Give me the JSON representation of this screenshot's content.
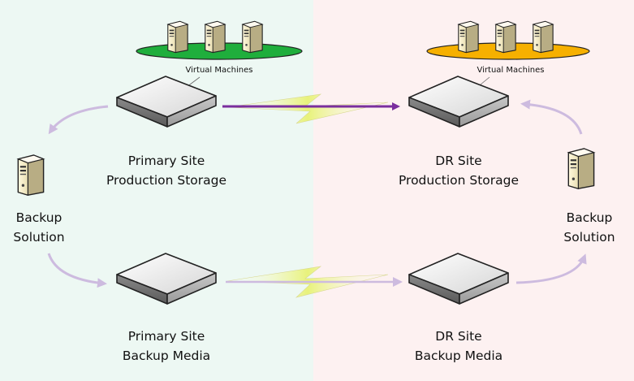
{
  "colors": {
    "primary_background": "#edf8f3",
    "dr_background": "#fdf1f1",
    "primary_vm_platform": "#1fae3c",
    "dr_vm_platform": "#f6b000",
    "replication_arrow": "#7a2e9e",
    "backup_flow_arrow": "#cdbbdf",
    "lightning": "#e8f27a"
  },
  "icons": {
    "storage": "storage-appliance-icon",
    "server": "tower-server-icon",
    "link": "wan-lightning-icon"
  },
  "primary_site": {
    "vm_label": "Virtual Machines",
    "production_storage": [
      "Primary Site",
      "Production Storage"
    ],
    "backup_media": [
      "Primary Site",
      "Backup Media"
    ],
    "backup_solution": [
      "Backup",
      "Solution"
    ]
  },
  "dr_site": {
    "vm_label": "Virtual Machines",
    "production_storage": [
      "DR Site",
      "Production Storage"
    ],
    "backup_media": [
      "DR Site",
      "Backup Media"
    ],
    "backup_solution": [
      "Backup",
      "Solution"
    ]
  }
}
